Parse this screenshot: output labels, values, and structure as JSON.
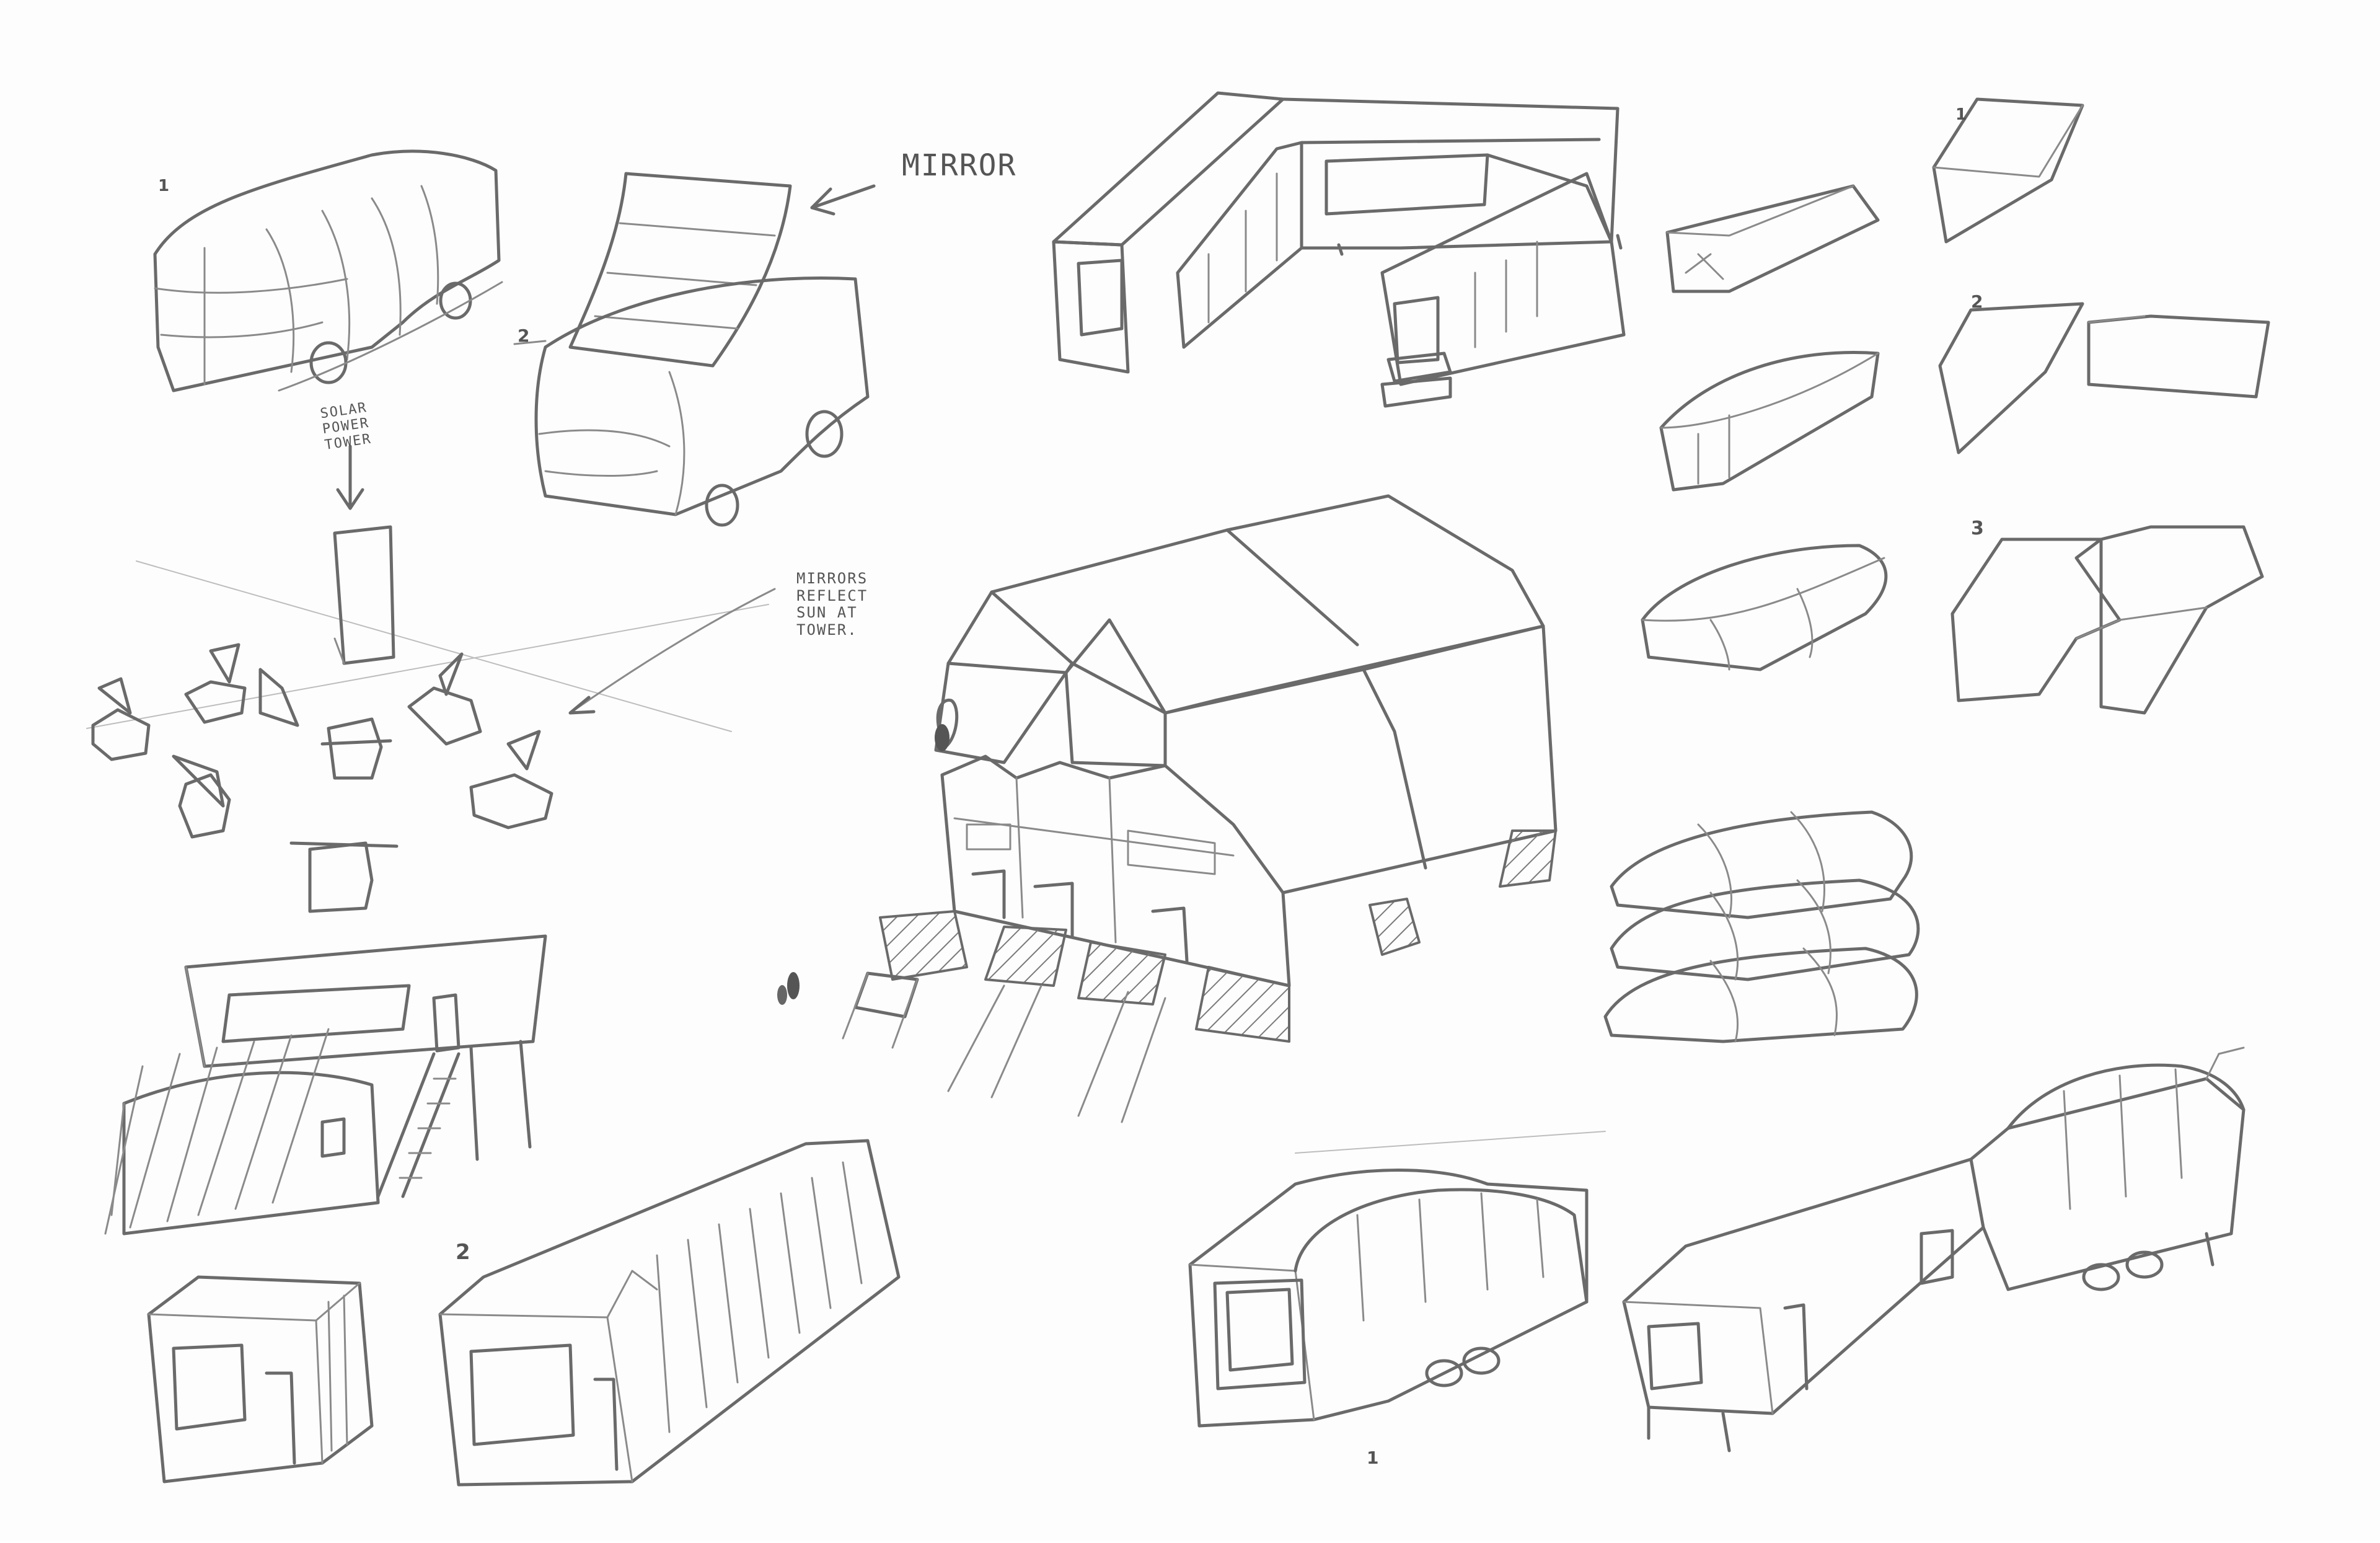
{
  "sheet": {
    "background_color": "#fdfdfd",
    "ink_color": "#6a6a6a"
  },
  "labels": {
    "mirror": "MIRROR",
    "solar_power_tower": "SOLAR\nPOWER\nTOWER",
    "mirrors_reflect": "MIRRORS\nREFLECT\nSUN AT\nTOWER."
  },
  "numbers": {
    "vehicle_1": "1",
    "vehicle_2": "2",
    "container_2": "2",
    "block_1": "1",
    "block_2": "2",
    "block_3": "3",
    "trailer_1": "1"
  }
}
